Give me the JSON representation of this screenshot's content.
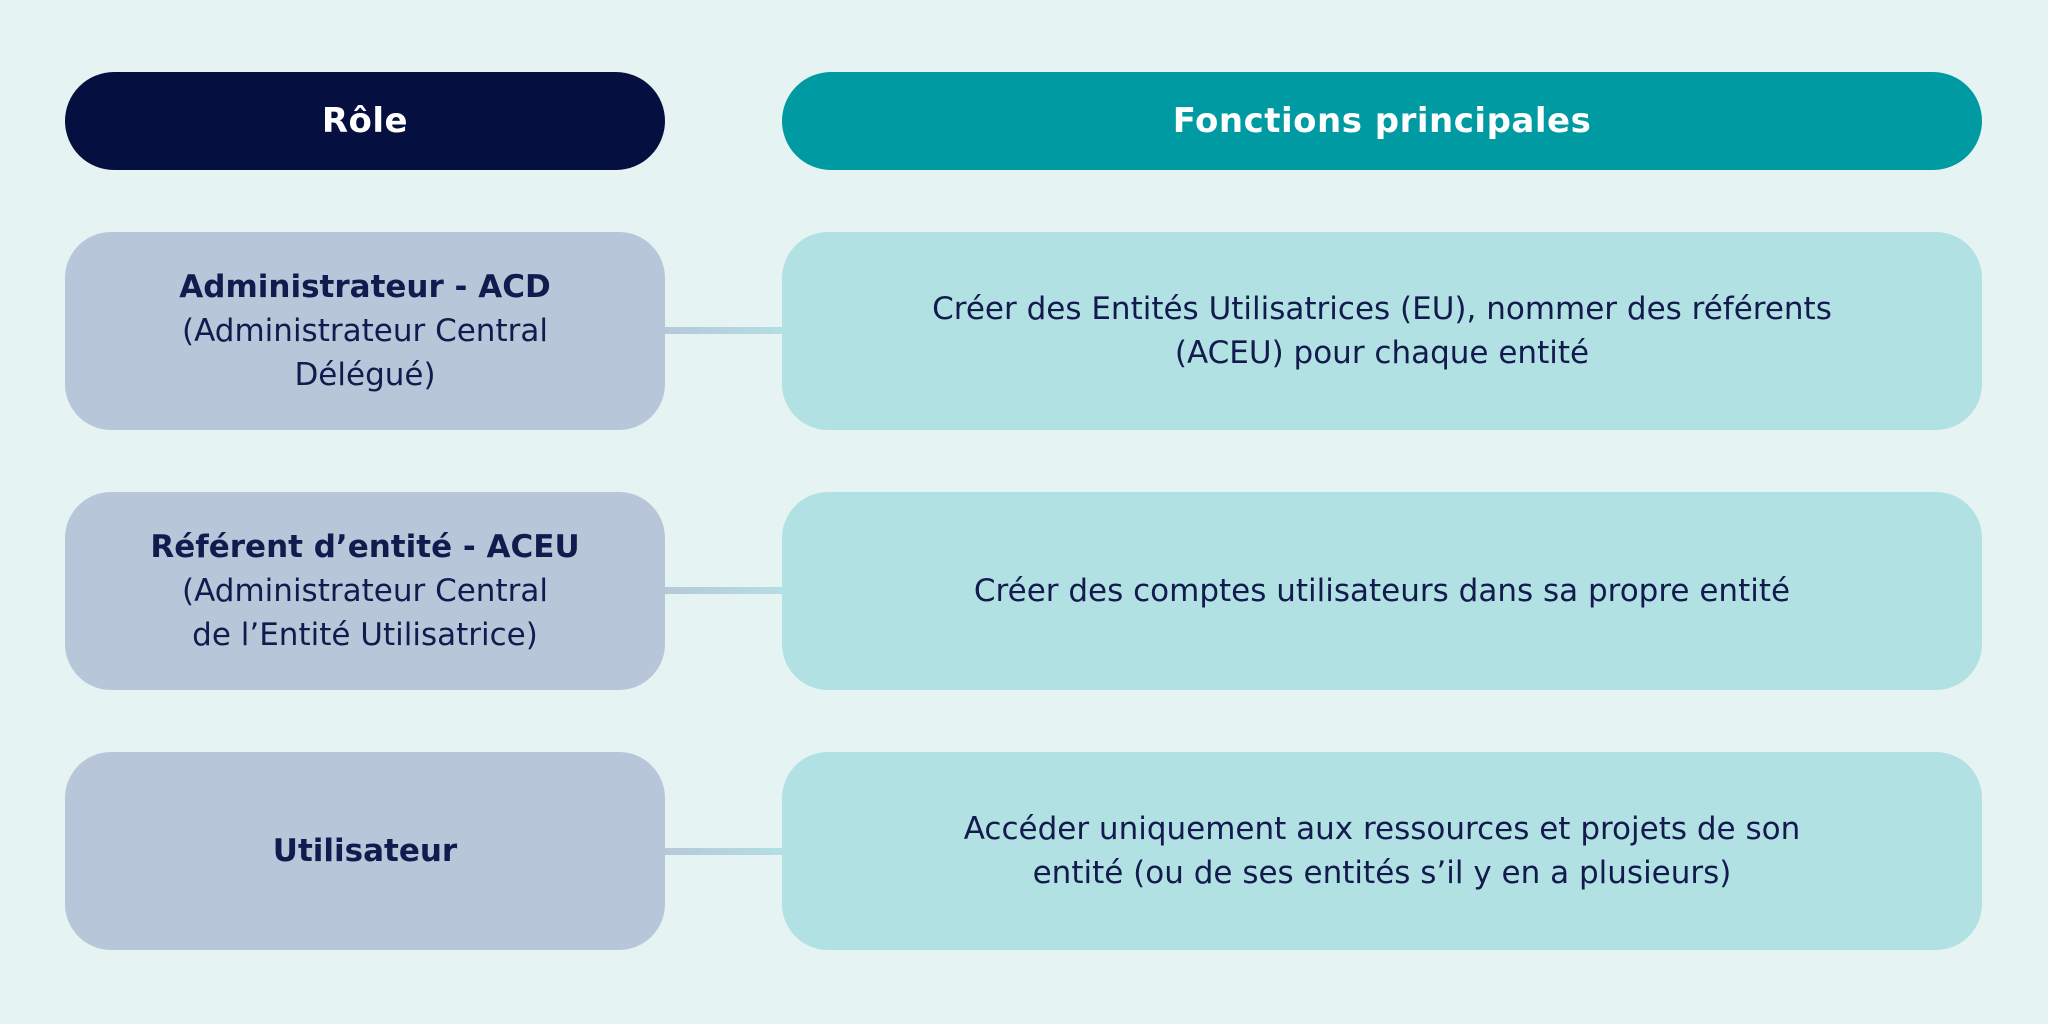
{
  "palette": {
    "background": "#e5f4f2",
    "role_header_bg": "#051040",
    "functions_header_bg": "#009aa3",
    "role_card_bg": "#b8c6d9",
    "function_card_bg": "#b2e1e3",
    "header_text": "#ffffff",
    "body_text": "#131b4e",
    "connector_start": "#b8c6d9",
    "connector_end": "#b2e1e3"
  },
  "header": {
    "role_label": "Rôle",
    "functions_label": "Fonctions principales"
  },
  "rows": [
    {
      "role_title": "Administrateur - ACD",
      "role_subtitle": [
        "(Administrateur Central",
        "Délégué)"
      ],
      "function_text": [
        "Créer des Entités Utilisatrices (EU), nommer des référents",
        "(ACEU) pour chaque entité"
      ]
    },
    {
      "role_title": "Référent d’entité - ACEU",
      "role_subtitle": [
        "(Administrateur Central",
        "de l’Entité Utilisatrice)"
      ],
      "function_text": [
        "Créer des comptes utilisateurs dans sa propre entité"
      ]
    },
    {
      "role_title": "Utilisateur",
      "role_subtitle": [],
      "function_text": [
        "Accéder uniquement aux ressources et projets de son",
        "entité (ou de ses entités s’il y en a plusieurs)"
      ]
    }
  ]
}
